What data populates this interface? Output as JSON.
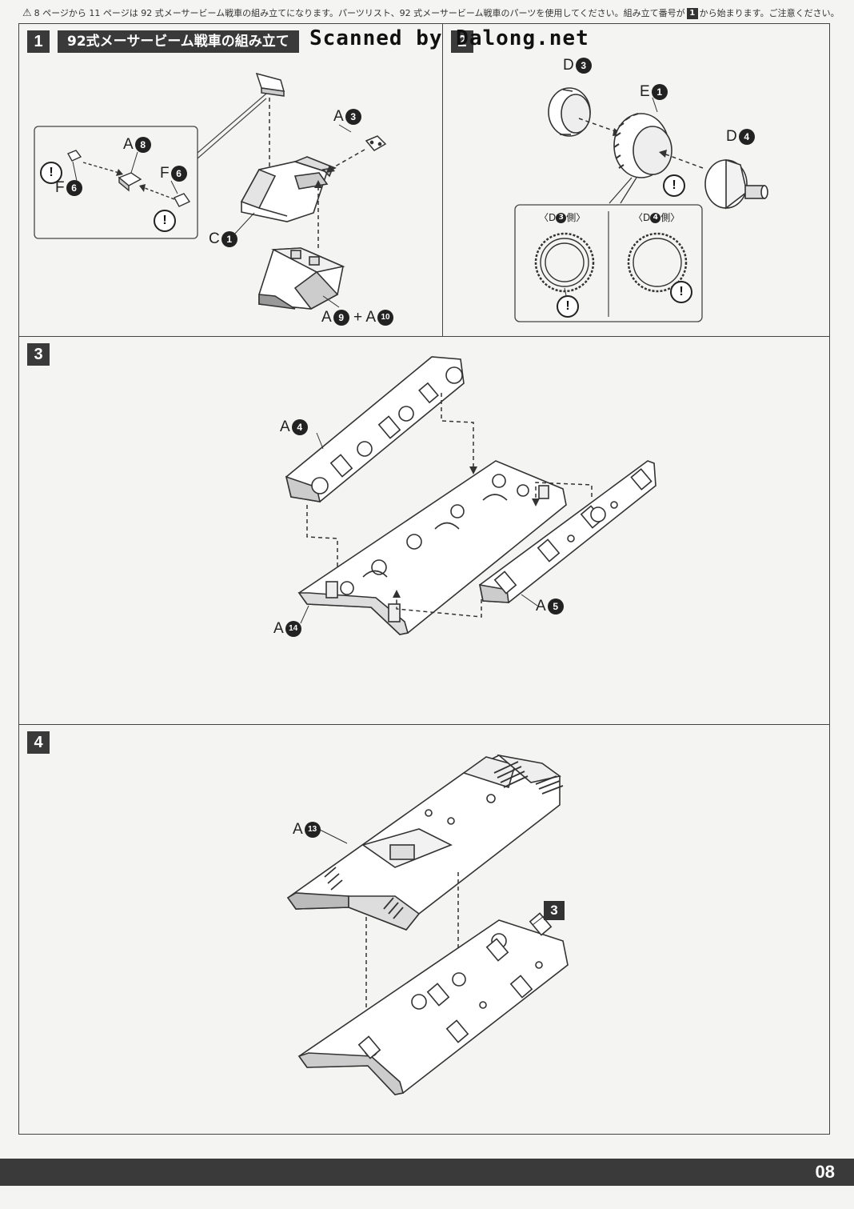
{
  "header_note": {
    "before": "8 ページから 11 ページは 92 式メーサービーム戦車の組み立てになります。パーツリスト、92 式メーサービーム戦車のパーツを使用してください。組み立て番号が",
    "step_ref": "1",
    "after": "から始まります。ご注意ください。"
  },
  "watermark": "Scanned by Dalong.net",
  "steps": [
    {
      "number": "1",
      "title": "92式メーサービーム戦車の組み立て"
    },
    {
      "number": "2"
    },
    {
      "number": "3"
    },
    {
      "number": "4"
    }
  ],
  "step1": {
    "labels": [
      {
        "letter": "A",
        "num": "8"
      },
      {
        "letter": "F",
        "num": "6"
      },
      {
        "letter": "F",
        "num": "6"
      },
      {
        "letter": "A",
        "num": "3"
      },
      {
        "letter": "C",
        "num": "1"
      },
      {
        "letter": "A",
        "num": "9"
      },
      {
        "plus": "+"
      },
      {
        "letter": "A",
        "num": "10"
      }
    ],
    "warning": "!"
  },
  "step2": {
    "labels": [
      {
        "letter": "D",
        "num": "3"
      },
      {
        "letter": "E",
        "num": "1"
      },
      {
        "letter": "D",
        "num": "4"
      }
    ],
    "sub_left": {
      "pre": "〈D",
      "num": "3",
      "post": "側〉"
    },
    "sub_right": {
      "pre": "〈D",
      "num": "4",
      "post": "側〉"
    },
    "warning": "!"
  },
  "step3": {
    "labels": [
      {
        "letter": "A",
        "num": "4"
      },
      {
        "letter": "A",
        "num": "5"
      },
      {
        "letter": "A",
        "num": "14"
      }
    ]
  },
  "step4": {
    "labels": [
      {
        "letter": "A",
        "num": "13"
      }
    ],
    "ref_box": "3"
  },
  "page_number": "08"
}
